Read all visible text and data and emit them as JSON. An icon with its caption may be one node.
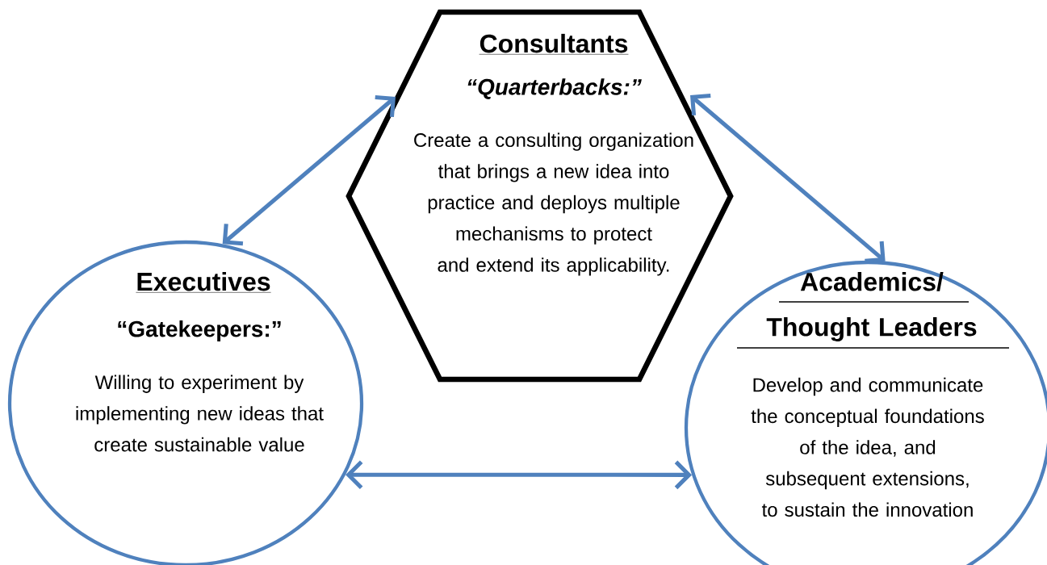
{
  "diagram": {
    "nodes": [
      {
        "text": [
          "Consultants",
          "“Quarterbacks:”",
          "Create a consulting organization that brings a new idea into practice and deploys multiple mechanisms to protect and extend its applicability."
        ]
      },
      {
        "text": [
          "Executives",
          "“Gatekeepers:”",
          "Willing to experiment by implementing new ideas that create sustainable value"
        ]
      },
      {
        "text": [
          "Academics/ Thought Leaders",
          "Develop and communicate the conceptual foundations of the idea, and subsequent extensions, to sustain the innovation"
        ]
      }
    ],
    "edges": [
      {
        "from": 0,
        "to": 1,
        "arrow": "both"
      },
      {
        "from": 0,
        "to": 2,
        "arrow": "both"
      },
      {
        "from": 1,
        "to": 2,
        "arrow": "both"
      }
    ]
  }
}
